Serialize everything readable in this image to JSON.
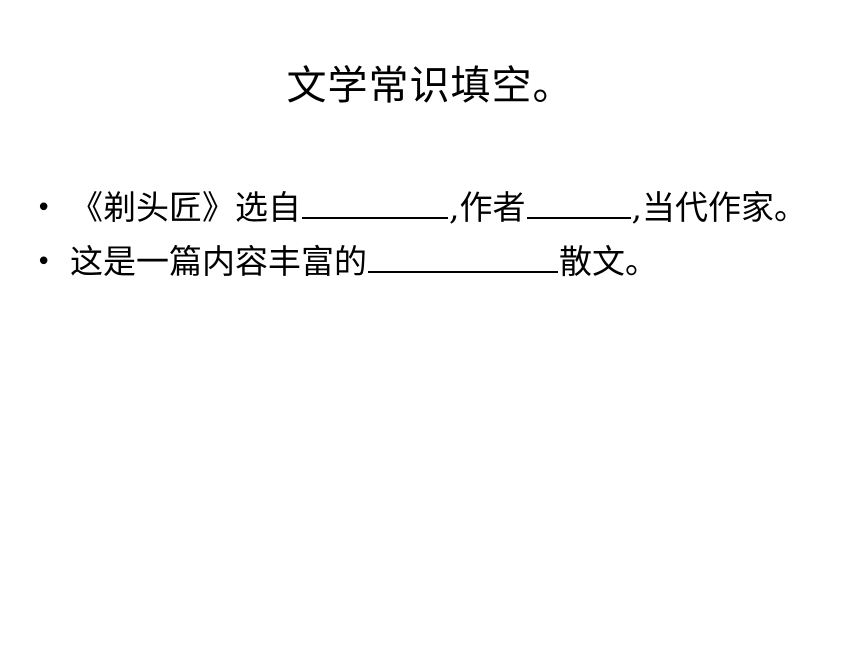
{
  "slide": {
    "title": "文学常识填空。",
    "bullet_glyph": "•",
    "items": [
      {
        "seg1": "《剃头匠》选自",
        "seg2": ",作者",
        "seg3": ",当代作家。"
      },
      {
        "seg1": "这是一篇内容丰富的",
        "seg2": "散文。"
      }
    ]
  }
}
